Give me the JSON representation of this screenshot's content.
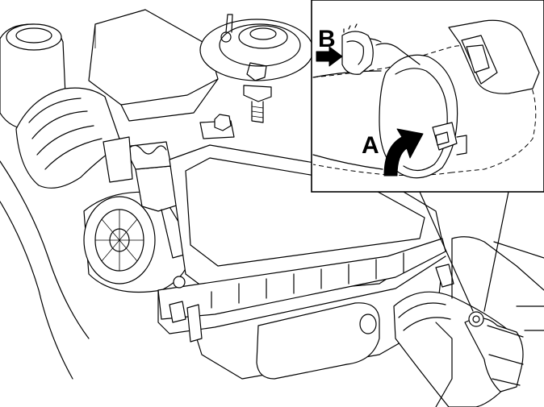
{
  "diagram": {
    "callouts": [
      {
        "id": "A",
        "label": "A",
        "arrow": "curved-arrow-icon"
      },
      {
        "id": "B",
        "label": "B",
        "arrow": "straight-arrow-icon"
      }
    ]
  }
}
